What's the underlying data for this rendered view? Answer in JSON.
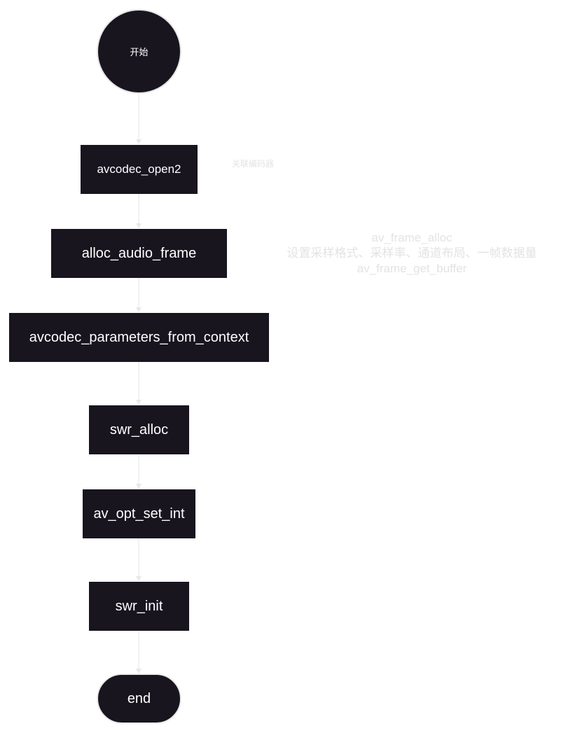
{
  "flowchart": {
    "start_label": "开始",
    "steps": [
      "avcodec_open2",
      "alloc_audio_frame",
      "avcodec_parameters_from_context",
      "swr_alloc",
      "av_opt_set_int",
      "swr_init"
    ],
    "end_label": "end"
  },
  "annotations": {
    "open2_note": "关联编码器",
    "frame_note": [
      "av_frame_alloc",
      "设置采样格式、采样率、通道布局、一帧数据量",
      "av_frame_get_buffer"
    ]
  },
  "colors": {
    "node_fill": "#18151f",
    "node_text": "#ffffff",
    "connector": "#e8e8e8",
    "annotation_text": "#e3e3e3"
  }
}
